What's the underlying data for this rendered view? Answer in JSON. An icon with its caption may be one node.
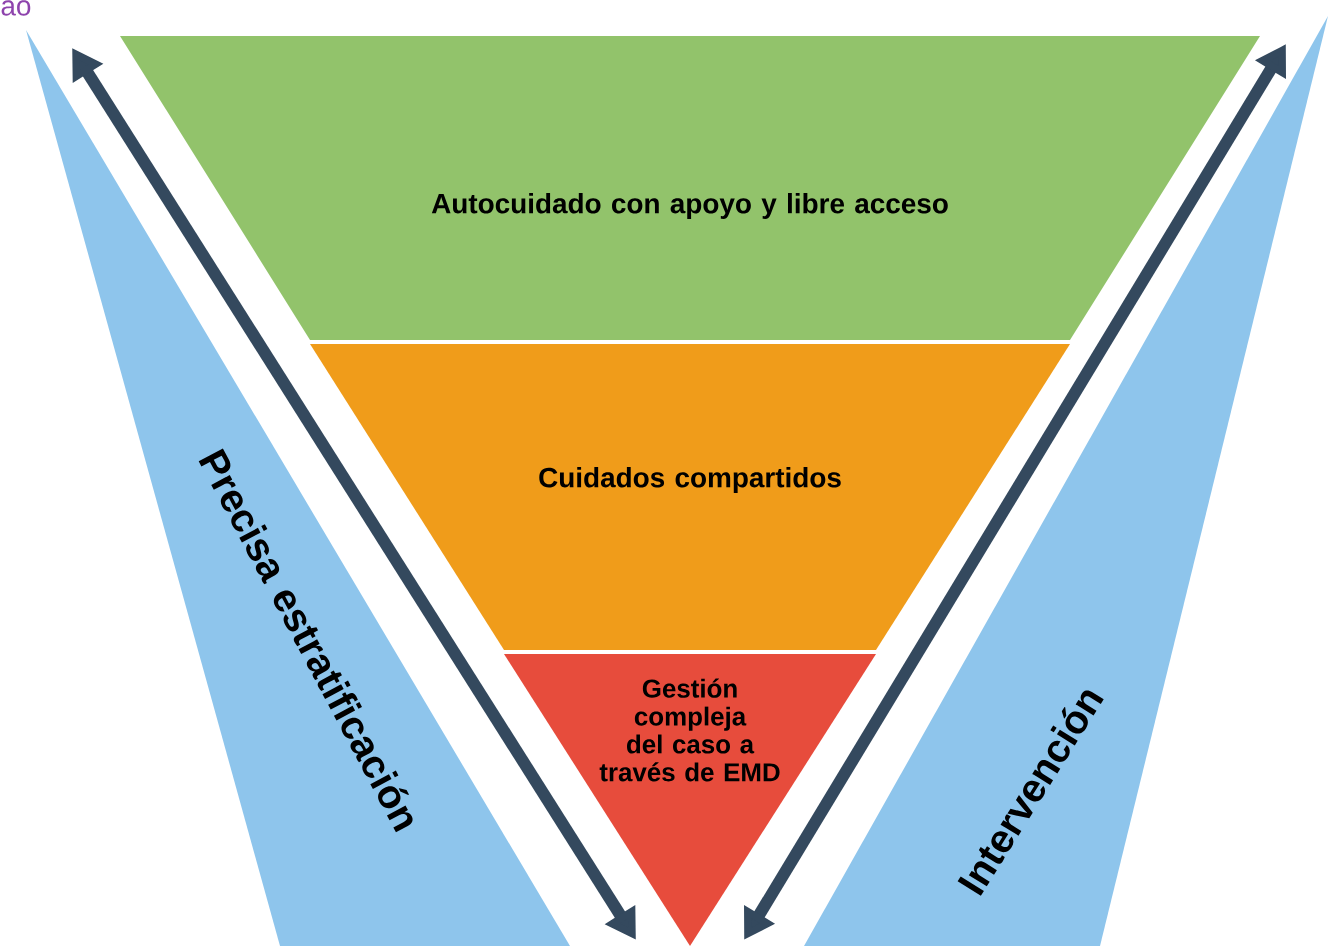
{
  "diagram": {
    "nodes": [
      {
        "text": [
          "Autocuidado con apoyo y libre acceso"
        ]
      },
      {
        "text": [
          "Cuidados compartidos"
        ]
      },
      {
        "text": [
          "Gestión compleja del caso a través de EMD"
        ]
      },
      {
        "text": [
          "Precisa estratificación"
        ]
      },
      {
        "text": [
          "Intervención"
        ]
      }
    ],
    "labels": [
      "ao"
    ]
  }
}
